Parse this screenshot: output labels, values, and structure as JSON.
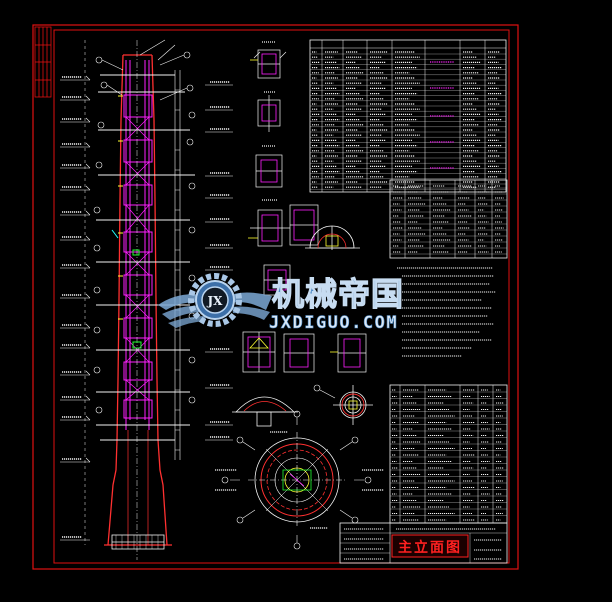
{
  "colors": {
    "background": "#000000",
    "frame": "#e01010",
    "line_white": "#f2f2f2",
    "line_magenta": "#ff20ff",
    "line_yellow": "#ffff30",
    "line_green": "#20ff30",
    "line_cyan": "#20ffff",
    "watermark_blue": "#4f8cc6",
    "watermark_light": "#b9d4ef",
    "title_red": "#ff2020"
  },
  "watermark": {
    "brand": "机械帝国",
    "url": "JXDIGUO.COM",
    "logo_letters": "JX",
    "icon": "gear-wings-logo-icon"
  },
  "title_block": {
    "main_title": "主立面图"
  }
}
